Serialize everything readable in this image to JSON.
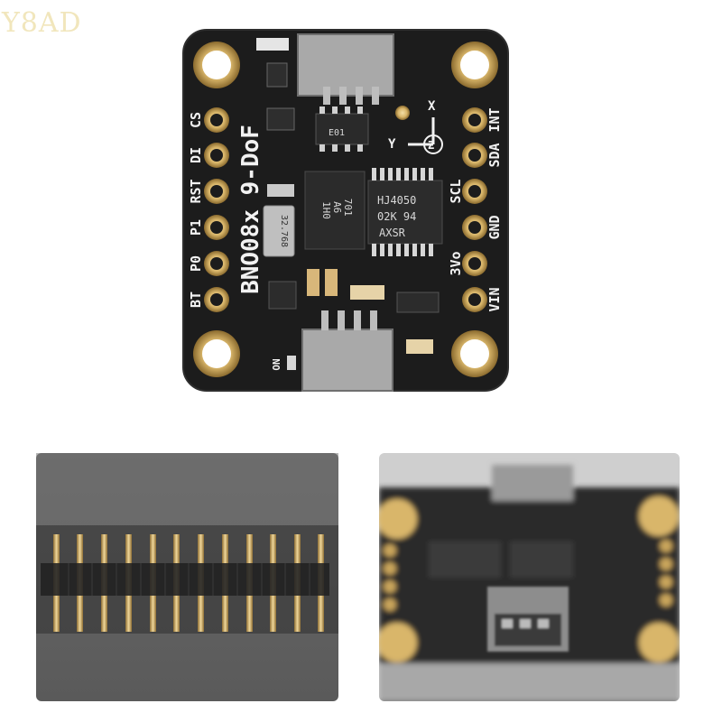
{
  "watermark": "Y8AD",
  "board": {
    "title": "BNO08x 9-DoF",
    "left_pins": [
      "CS",
      "DI",
      "RST",
      "P1",
      "P0",
      "BT"
    ],
    "right_pins": [
      "INT",
      "SDA",
      "SCL",
      "GND",
      "3Vo",
      "VIN"
    ],
    "axis_labels": {
      "x": "X",
      "y": "Y",
      "z": "Z"
    },
    "chip_main_lines": [
      "HJ4050",
      "02K 94",
      "AXSR"
    ],
    "chip_sensor_lines": [
      "701",
      "A6",
      "1H0"
    ],
    "crystal_label": "32.768",
    "chip_small_label": "E01",
    "small_labels": [
      "ON"
    ]
  },
  "colors": {
    "pcb": "#1c1c1c",
    "gold": "#d9b66a",
    "silkscreen": "#f2f2f2",
    "connector": "#a9a9a9"
  }
}
